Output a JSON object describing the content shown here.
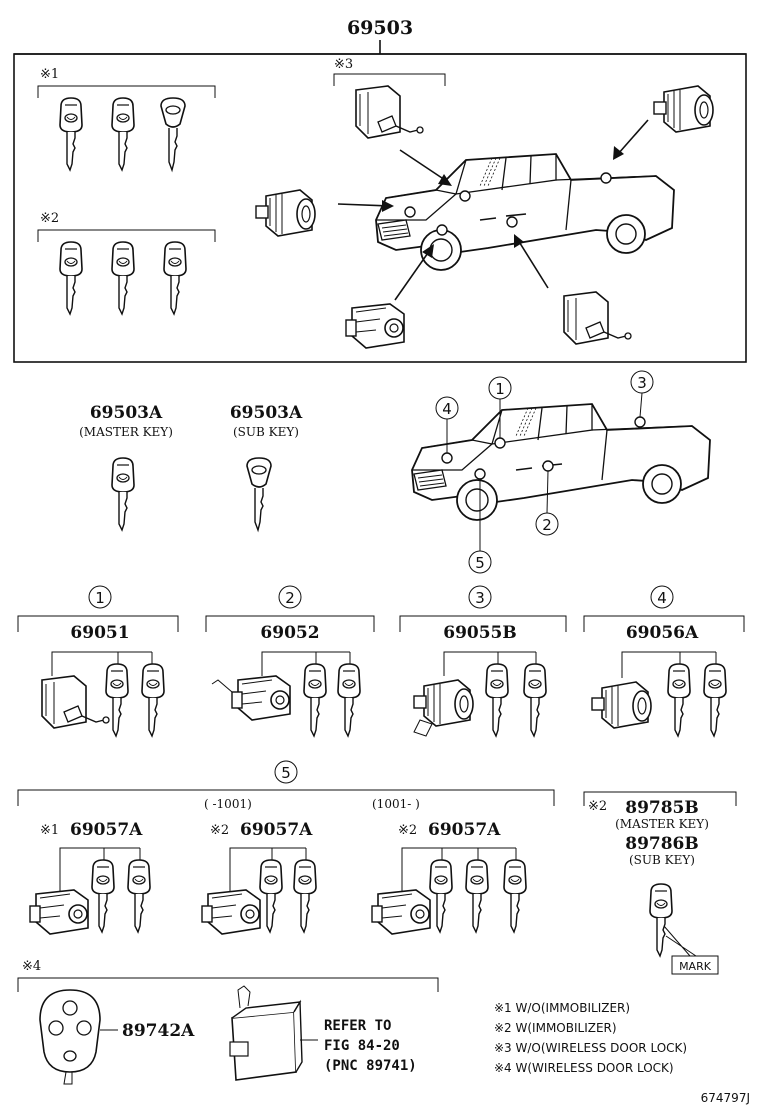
{
  "top": {
    "part": "69503",
    "note1": "※1",
    "note2": "※2",
    "note3": "※3"
  },
  "keys": {
    "master_part": "69503A",
    "master_label": "(MASTER KEY)",
    "sub_part": "69503A",
    "sub_label": "(SUB KEY)"
  },
  "callouts": [
    "1",
    "2",
    "3",
    "4",
    "5"
  ],
  "groups": [
    {
      "num": "1",
      "part": "69051"
    },
    {
      "num": "2",
      "part": "69052"
    },
    {
      "num": "3",
      "part": "69055B"
    },
    {
      "num": "4",
      "part": "69056A"
    }
  ],
  "group5": {
    "num": "5",
    "items": [
      {
        "note": "※1",
        "part": "69057A",
        "range": ""
      },
      {
        "note": "※2",
        "part": "69057A",
        "range": "(     -1001)"
      },
      {
        "note": "※2",
        "part": "69057A",
        "range": "(1001-     )"
      }
    ]
  },
  "immobilizer": {
    "note": "※2",
    "master_part": "89785B",
    "master_label": "(MASTER KEY)",
    "sub_part": "89786B",
    "sub_label": "(SUB KEY)",
    "mark": "MARK"
  },
  "remote": {
    "note": "※4",
    "part": "89742A",
    "refer1": "REFER TO",
    "refer2": "FIG 84-20",
    "refer3": "(PNC 89741)"
  },
  "legend": [
    "※1 W/O(IMMOBILIZER)",
    "※2 W(IMMOBILIZER)",
    "※3 W/O(WIRELESS DOOR LOCK)",
    "※4 W(WIRELESS DOOR LOCK)"
  ],
  "figure_id": "674797J"
}
